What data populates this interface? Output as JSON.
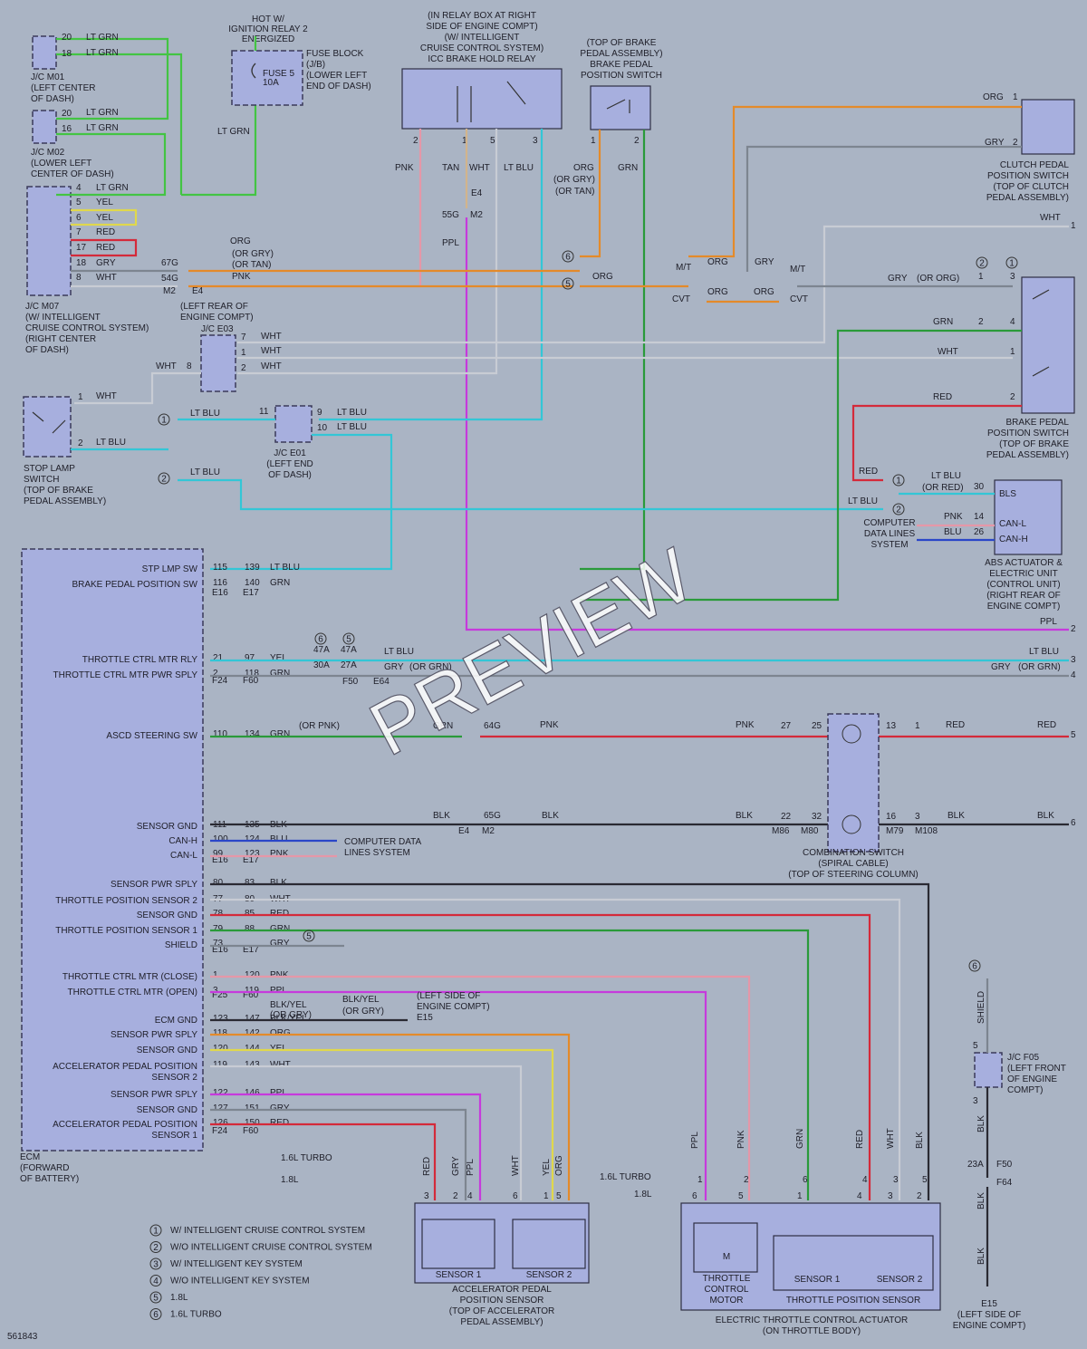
{
  "watermark": "PREVIEW",
  "diagram_id": "561843",
  "colors": {
    "LT_GRN": "#43c443",
    "ORG": "#e48a2a",
    "PNK": "#e597a8",
    "YEL": "#e0d84c",
    "RED": "#d42a3a",
    "GRY": "#7d8590",
    "WHT": "#c8ccd4",
    "LT_BLU": "#33c6d6",
    "PPL": "#c63adc",
    "GRN": "#2a9a3a",
    "BLK": "#2a2a33",
    "BLU": "#2a46c8",
    "background": "#aab4c4",
    "component": "#a7afde"
  },
  "top": {
    "hot_label": [
      "HOT W/",
      "IGNITION RELAY 2",
      "ENERGIZED"
    ],
    "fuse_name": [
      "FUSE 5",
      "10A"
    ],
    "fuse_block": [
      "FUSE BLOCK",
      "(J/B)",
      "(LOWER LEFT",
      "END OF DASH)"
    ],
    "fuse_wire": "LT GRN",
    "relay_title": [
      "(IN RELAY BOX AT RIGHT",
      "SIDE OF ENGINE COMPT)",
      "(W/ INTELLIGENT",
      "CRUISE CONTROL SYSTEM)",
      "ICC BRAKE HOLD RELAY"
    ],
    "relay_pins": [
      "2",
      "1",
      "5",
      "3"
    ],
    "relay_wires": [
      "PNK",
      "TAN",
      "WHT",
      "LT BLU"
    ],
    "relay_conn": [
      "E4",
      "55G",
      "M2",
      "PPL"
    ],
    "brake_sw_top_title": [
      "(TOP OF BRAKE",
      "PEDAL ASSEMBLY)",
      "BRAKE PEDAL",
      "POSITION SWITCH"
    ],
    "brake_sw_top_wires": [
      "ORG",
      "(OR GRY)",
      "(OR TAN)",
      "GRN"
    ],
    "brake_sw_top_pins": [
      "1",
      "2"
    ]
  },
  "left": {
    "jc_m01": {
      "pins": [
        "20",
        "18"
      ],
      "wires": [
        "LT GRN",
        "LT GRN"
      ],
      "label": [
        "J/C M01",
        "(LEFT CENTER",
        "OF DASH)"
      ]
    },
    "jc_m02": {
      "pins": [
        "20",
        "16"
      ],
      "wires": [
        "LT GRN",
        "LT GRN"
      ],
      "label": [
        "J/C M02",
        "(LOWER LEFT",
        "CENTER OF DASH)"
      ]
    },
    "jc_m07": {
      "pins": [
        "4",
        "5",
        "6",
        "7",
        "17",
        "18",
        "8"
      ],
      "wires": [
        "LT GRN",
        "YEL",
        "YEL",
        "RED",
        "RED",
        "GRY",
        "WHT"
      ],
      "label": [
        "J/C M07",
        "(W/ INTELLIGENT",
        "CRUISE CONTROL SYSTEM)",
        "(RIGHT CENTER",
        "OF DASH)"
      ]
    },
    "inline_e4": {
      "wires": [
        "ORG",
        "(OR GRY)",
        "(OR TAN)",
        "PNK"
      ],
      "pins": [
        "67G",
        "54G"
      ],
      "conn": [
        "M2",
        "E4"
      ],
      "label": [
        "(LEFT REAR OF",
        "ENGINE COMPT)"
      ]
    },
    "jc_e03": {
      "label": "J/C E03",
      "pins": [
        "7",
        "1",
        "2",
        "8"
      ],
      "wires": [
        "WHT",
        "WHT",
        "WHT",
        "WHT"
      ]
    },
    "stop_lamp": {
      "pins": [
        "1",
        "2"
      ],
      "wires": [
        "WHT",
        "LT BLU"
      ],
      "label": [
        "STOP LAMP",
        "SWITCH",
        "(TOP OF BRAKE",
        "PEDAL ASSEMBLY)"
      ]
    },
    "jc_e01": {
      "pins": [
        "11",
        "9",
        "10"
      ],
      "wires": [
        "LT BLU",
        "LT BLU",
        "LT BLU",
        "LT BLU"
      ],
      "label": [
        "J/C E01",
        "(LEFT END",
        "OF DASH)"
      ]
    }
  },
  "right": {
    "clutch": {
      "wires": [
        "ORG",
        "GRY"
      ],
      "pins": [
        "1",
        "2"
      ],
      "label": [
        "CLUTCH PEDAL",
        "POSITION SWITCH",
        "(TOP OF CLUTCH",
        "PEDAL ASSEMBLY)"
      ]
    },
    "mt": {
      "mt": "M/T",
      "cvt": "CVT",
      "wires": [
        "ORG",
        "GRY",
        "ORG",
        "ORG",
        "ORG"
      ]
    },
    "brake_sw": {
      "wires": [
        "GRY",
        "(OR ORG)",
        "GRN",
        "WHT",
        "RED"
      ],
      "pins": [
        "1",
        "3",
        "2",
        "4",
        "1",
        "2"
      ],
      "label": [
        "BRAKE PEDAL",
        "POSITION SWITCH",
        "(TOP OF BRAKE",
        "PEDAL ASSEMBLY)"
      ]
    },
    "abs": {
      "pins": [
        "30",
        "14",
        "26"
      ],
      "names": [
        "BLS",
        "CAN-L",
        "CAN-H"
      ],
      "wires": [
        "LT BLU",
        "(OR RED)",
        "LT BLU",
        "RED",
        "PNK",
        "BLU"
      ],
      "label": [
        "ABS ACTUATOR &",
        "ELECTRIC UNIT",
        "(CONTROL UNIT)",
        "(RIGHT REAR OF",
        "ENGINE COMPT)"
      ],
      "cdl": [
        "COMPUTER",
        "DATA LINES",
        "SYSTEM"
      ]
    },
    "edge_pins": [
      "1",
      "2",
      "3",
      "4",
      "5",
      "6"
    ],
    "edge_wires": {
      "WHT": "WHT",
      "PPL": "PPL",
      "LTBLU": "LT BLU",
      "GRY": "GRY",
      "ORGRN": "(OR GRN)",
      "RED": "RED",
      "BLK": "BLK"
    }
  },
  "ecm": {
    "label": [
      "ECM",
      "(FORWARD",
      "OF BATTERY)"
    ],
    "rows": [
      {
        "name": "STP LMP SW",
        "p1": "115",
        "p2": "139",
        "wire": "LT BLU"
      },
      {
        "name": "BRAKE PEDAL POSITION SW",
        "p1": "116",
        "p2": "140",
        "wire": "GRN"
      },
      {
        "name": "THROTTLE CTRL MTR RLY",
        "p1": "21",
        "p2": "97",
        "wire": "YEL"
      },
      {
        "name": "THROTTLE CTRL MTR PWR SPLY",
        "p1": "2",
        "p2": "118",
        "wire": "GRN"
      },
      {
        "name": "ASCD STEERING SW",
        "p1": "110",
        "p2": "134",
        "wire": "GRN",
        "extra": "(OR PNK)"
      },
      {
        "name": "SENSOR GND",
        "p1": "111",
        "p2": "135",
        "wire": "BLK"
      },
      {
        "name": "CAN-H",
        "p1": "100",
        "p2": "124",
        "wire": "BLU"
      },
      {
        "name": "CAN-L",
        "p1": "99",
        "p2": "123",
        "wire": "PNK"
      },
      {
        "name": "SENSOR PWR SPLY",
        "p1": "80",
        "p2": "83",
        "wire": "BLK"
      },
      {
        "name": "THROTTLE POSITION SENSOR 2",
        "p1": "77",
        "p2": "80",
        "wire": "WHT"
      },
      {
        "name": "SENSOR GND",
        "p1": "78",
        "p2": "85",
        "wire": "RED"
      },
      {
        "name": "THROTTLE POSITION SENSOR 1",
        "p1": "79",
        "p2": "88",
        "wire": "GRN"
      },
      {
        "name": "SHIELD",
        "p1": "73",
        "p2": "",
        "wire": "GRY"
      },
      {
        "name": "THROTTLE CTRL MTR (CLOSE)",
        "p1": "1",
        "p2": "120",
        "wire": "PNK"
      },
      {
        "name": "THROTTLE CTRL MTR (OPEN)",
        "p1": "3",
        "p2": "119",
        "wire": "PPL"
      },
      {
        "name": "ECM GND",
        "p1": "123",
        "p2": "147",
        "wire": "BLK/YEL"
      },
      {
        "name": "SENSOR PWR SPLY",
        "p1": "118",
        "p2": "142",
        "wire": "ORG"
      },
      {
        "name": "SENSOR GND",
        "p1": "120",
        "p2": "144",
        "wire": "YEL"
      },
      {
        "name": "ACCELERATOR PEDAL POSITION",
        "p1": "119",
        "p2": "143",
        "wire": "WHT",
        "name2": "SENSOR 2"
      },
      {
        "name": "SENSOR PWR SPLY",
        "p1": "122",
        "p2": "146",
        "wire": "PPL"
      },
      {
        "name": "SENSOR GND",
        "p1": "127",
        "p2": "151",
        "wire": "GRY"
      },
      {
        "name": "ACCELERATOR PEDAL POSITION",
        "p1": "126",
        "p2": "150",
        "wire": "RED",
        "name2": "SENSOR 1"
      }
    ],
    "conn_pairs": [
      [
        "E16",
        "E17"
      ],
      [
        "F24",
        "F60"
      ],
      [
        "E16",
        "E17"
      ],
      [
        "F25",
        "F60"
      ],
      [
        "F24",
        "F60"
      ],
      [
        "E16",
        "E17"
      ]
    ],
    "throttle_mid": {
      "pins": [
        "47A",
        "47A",
        "30A",
        "27A"
      ],
      "conn": [
        "F50",
        "E64"
      ],
      "wires": [
        "LT BLU",
        "GRY",
        "(OR GRN)"
      ]
    },
    "gnd_note": [
      "(LEFT SIDE OF",
      "ENGINE COMPT)",
      "E15"
    ],
    "gnd_wire": [
      "BLK/YEL",
      "(OR GRY)"
    ],
    "can_text": [
      "COMPUTER DATA",
      "LINES SYSTEM"
    ],
    "turbo": [
      "1.6L TURBO",
      "1.8L"
    ]
  },
  "combo": {
    "label": [
      "COMBINATION SWITCH",
      "(SPIRAL CABLE)",
      "(TOP OF STEERING COLUMN)"
    ],
    "pins_top": [
      "27",
      "25",
      "13",
      "1"
    ],
    "pins_bot": [
      "22",
      "32",
      "16",
      "3"
    ],
    "conn": [
      "M86",
      "M80",
      "M79",
      "M108"
    ],
    "inline": [
      "64G",
      "65G",
      "E4",
      "M2"
    ],
    "wires": [
      "GRN",
      "PNK",
      "PNK",
      "RED",
      "RED",
      "BLK",
      "BLK",
      "BLK",
      "BLK"
    ]
  },
  "bottom": {
    "accel": {
      "label": [
        "ACCELERATOR PEDAL",
        "POSITION SENSOR",
        "(TOP OF ACCELERATOR",
        "PEDAL ASSEMBLY)"
      ],
      "sensors": [
        "SENSOR 1",
        "SENSOR 2"
      ],
      "pins": [
        "3",
        "2",
        "4",
        "6",
        "1",
        "5"
      ],
      "wires": [
        "RED",
        "GRY",
        "PPL",
        "WHT",
        "YEL",
        "ORG"
      ]
    },
    "etc": {
      "label": [
        "ELECTRIC THROTTLE CONTROL ACTUATOR",
        "(ON THROTTLE BODY)"
      ],
      "motor": [
        "THROTTLE",
        "CONTROL",
        "MOTOR"
      ],
      "motor_sym": "M",
      "tps": "THROTTLE POSITION SENSOR",
      "sensors": [
        "SENSOR 1",
        "SENSOR 2"
      ],
      "pins": [
        "6",
        "5",
        "1",
        "4",
        "3",
        "2"
      ],
      "pins2": [
        "1",
        "2",
        "6",
        "4",
        "3",
        "5"
      ],
      "wires": [
        "PPL",
        "PNK",
        "GRN",
        "RED",
        "WHT",
        "BLK"
      ],
      "turbo": [
        "1.6L TURBO",
        "1.8L"
      ]
    },
    "jc_f05": {
      "label": [
        "J/C F05",
        "(LEFT FRONT",
        "OF ENGINE",
        "COMPT)"
      ],
      "pins": [
        "5",
        "3"
      ],
      "wires": [
        "SHIELD",
        "BLK",
        "BLK",
        "BLK"
      ],
      "conn": [
        "23A",
        "F50",
        "F64"
      ],
      "gnd": [
        "E15",
        "(LEFT SIDE OF",
        "ENGINE COMPT)"
      ]
    }
  },
  "legend": [
    {
      "n": "1",
      "text": "W/ INTELLIGENT CRUISE CONTROL SYSTEM"
    },
    {
      "n": "2",
      "text": "W/O INTELLIGENT CRUISE CONTROL SYSTEM"
    },
    {
      "n": "3",
      "text": "W/ INTELLIGENT KEY SYSTEM"
    },
    {
      "n": "4",
      "text": "W/O INTELLIGENT KEY SYSTEM"
    },
    {
      "n": "5",
      "text": "1.8L"
    },
    {
      "n": "6",
      "text": "1.6L TURBO"
    }
  ]
}
